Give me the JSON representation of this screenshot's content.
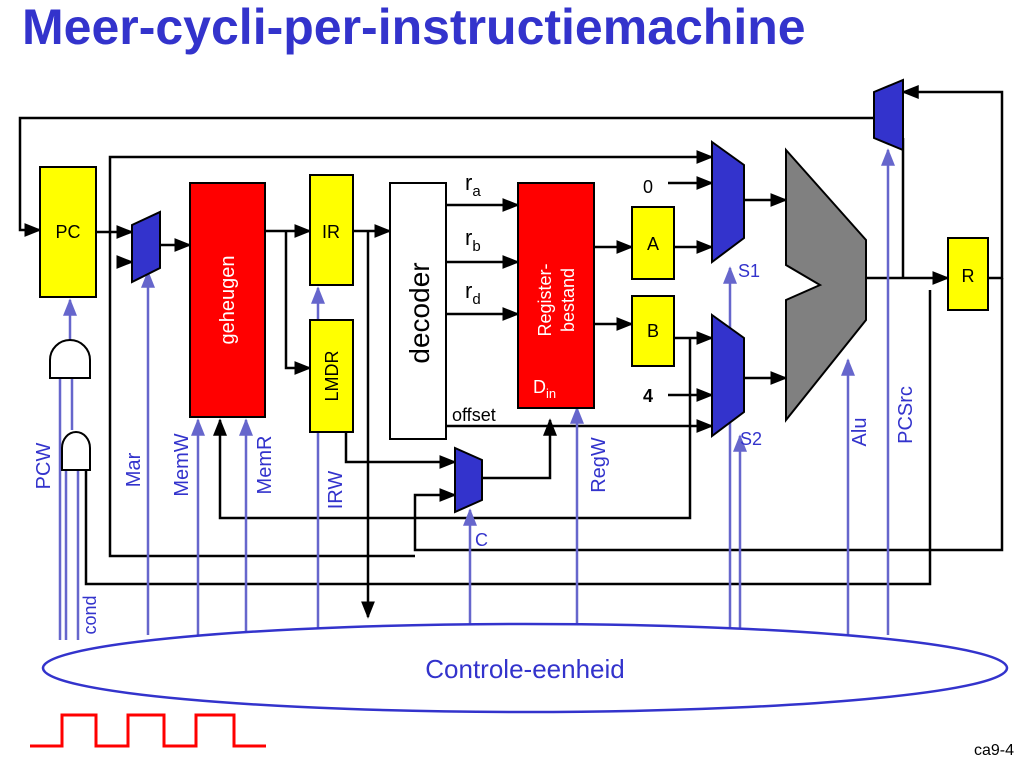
{
  "slide": {
    "title": "Meer-cycli-per-instructiemachine",
    "page_number": "ca9-4"
  },
  "components": {
    "pc": "PC",
    "memory": "geheugen",
    "ir": "IR",
    "lmdr": "LMDR",
    "decoder": "decoder",
    "regfile_line1": "Register-",
    "regfile_line2": "bestand",
    "din_main": "D",
    "din_sub": "in",
    "reg_a": "A",
    "reg_b": "B",
    "reg_r": "R",
    "control_unit": "Controle-eenheid"
  },
  "labels": {
    "ra_main": "r",
    "ra_sub": "a",
    "rb_main": "r",
    "rb_sub": "b",
    "rd_main": "r",
    "rd_sub": "d",
    "offset": "offset",
    "zero": "0",
    "four": "4",
    "s1": "S1",
    "s2": "S2",
    "c": "C"
  },
  "control_signals": {
    "pcw": "PCW",
    "cond": "cond",
    "mar": "Mar",
    "memw": "MemW",
    "memr": "MemR",
    "irw": "IRW",
    "regw": "RegW",
    "alu": "Alu",
    "pcsrc": "PCSrc"
  },
  "colors": {
    "title": "#3333cc",
    "register_yellow": "#ffff00",
    "memory_red": "#ff0000",
    "mux_blue": "#3333cc",
    "alu_gray": "#808080",
    "control_line": "#6666cc",
    "clock_red": "#ff0000"
  }
}
